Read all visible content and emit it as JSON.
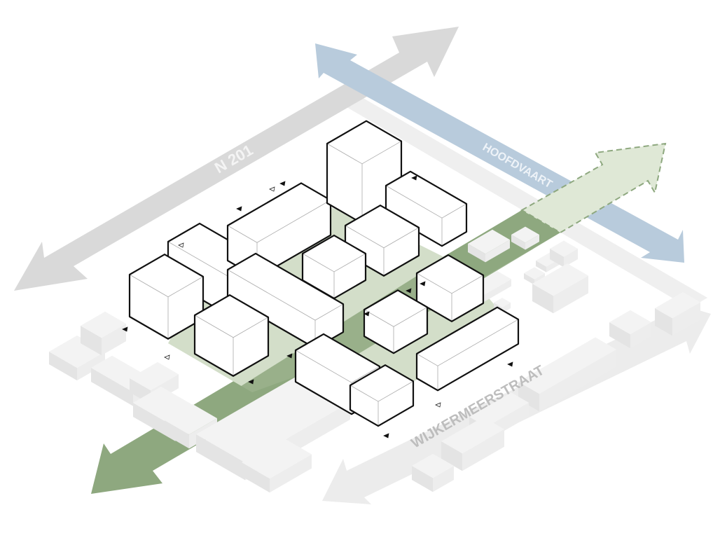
{
  "title": "Site axes diagram",
  "labels": {
    "n201": "N 201",
    "hoofdvaart": "HOOFDVAART",
    "wijkermeerstraat": "WIJKERMEERSTRAAT"
  },
  "colors": {
    "n201_road": "#d9d9d9",
    "hoofdvaart_water": "#b5cadb",
    "green_axis": "#8ea87f",
    "green_axis_future": "#dde6d5",
    "courtyard": "#d3dec9",
    "local_road": "#ececec",
    "context_buildings": "#e9e9e9"
  }
}
